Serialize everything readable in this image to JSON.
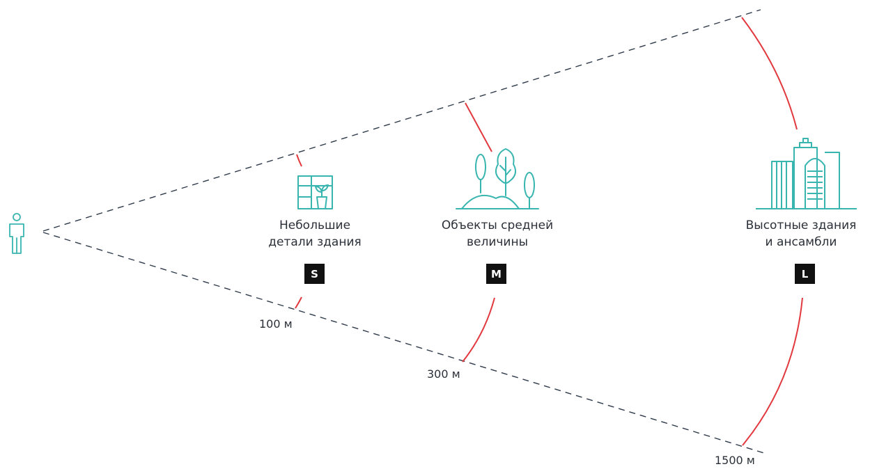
{
  "colors": {
    "accent": "#39b5b0",
    "arc": "#e2393f",
    "line": "#2f3a4a",
    "badge": "#111111"
  },
  "icons": [
    "person-icon",
    "window-plant-icon",
    "trees-icon",
    "skyscrapers-icon"
  ],
  "zones": [
    {
      "label_line1": "Небольшие",
      "label_line2": "детали здания",
      "badge": "S",
      "distance": "100 м"
    },
    {
      "label_line1": "Объекты средней",
      "label_line2": "величины",
      "badge": "M",
      "distance": "300 м"
    },
    {
      "label_line1": "Высотные здания",
      "label_line2": "и ансамбли",
      "badge": "L",
      "distance": "1500 м"
    }
  ]
}
